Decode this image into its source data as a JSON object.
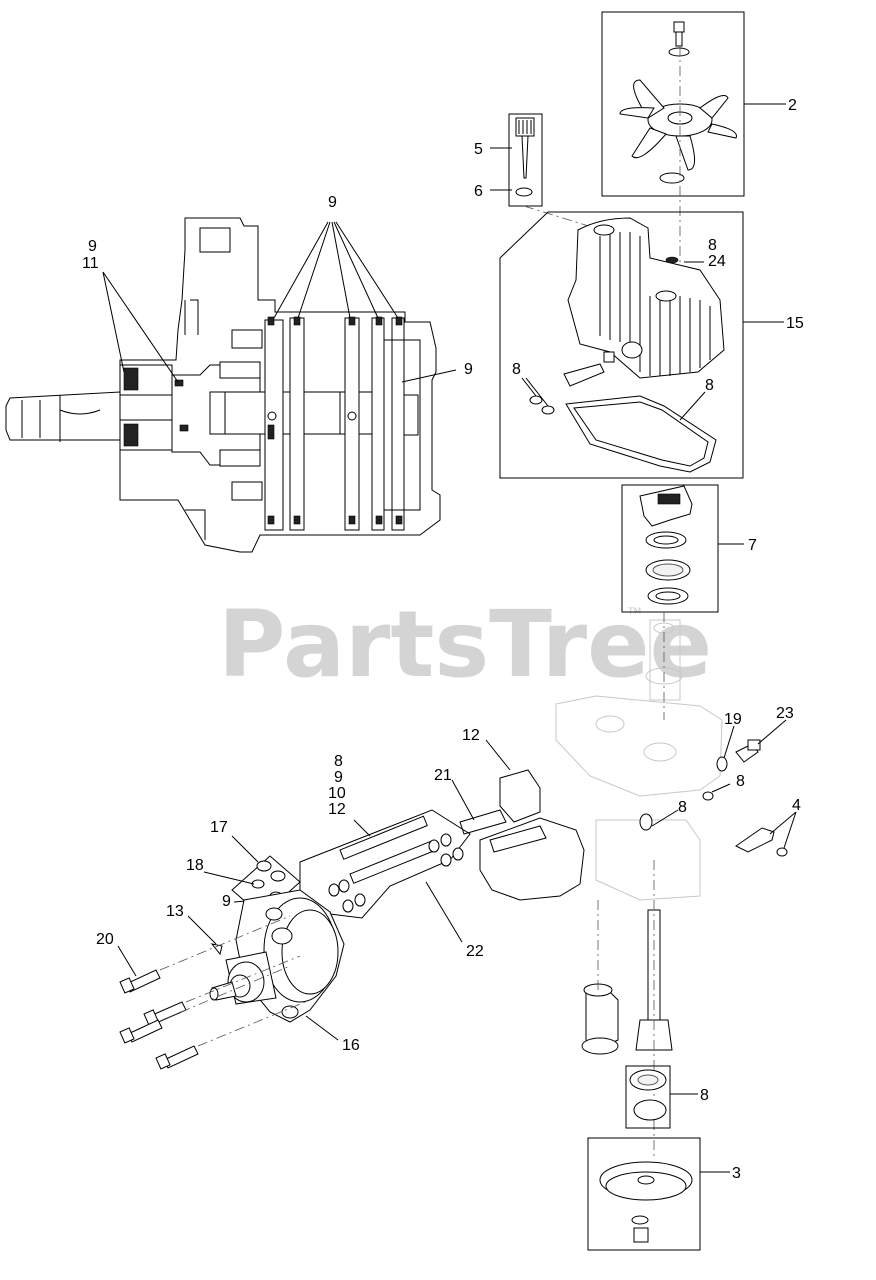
{
  "watermark": {
    "text": "PartsTree",
    "trademark": "TM"
  },
  "callouts": {
    "c2": "2",
    "c3": "3",
    "c4": "4",
    "c5": "5",
    "c6": "6",
    "c7": "7",
    "c8_24a": "8",
    "c8_24b": "24",
    "c15": "15",
    "c8_seal": "8",
    "c8_gasket": "8",
    "c9_top": "9",
    "c9_11a": "9",
    "c9_11b": "11",
    "c9_right": "9",
    "c12_top": "12",
    "c21": "21",
    "c19": "19",
    "c23": "23",
    "c8_plug": "8",
    "c8_center": "8",
    "c8_kit_a": "8",
    "c8_kit_b": "9",
    "c8_kit_c": "10",
    "c8_kit_d": "12",
    "c17": "17",
    "c18": "18",
    "c9_valve": "9",
    "c13": "13",
    "c20": "20",
    "c22": "22",
    "c16": "16",
    "c8_bearing": "8"
  }
}
